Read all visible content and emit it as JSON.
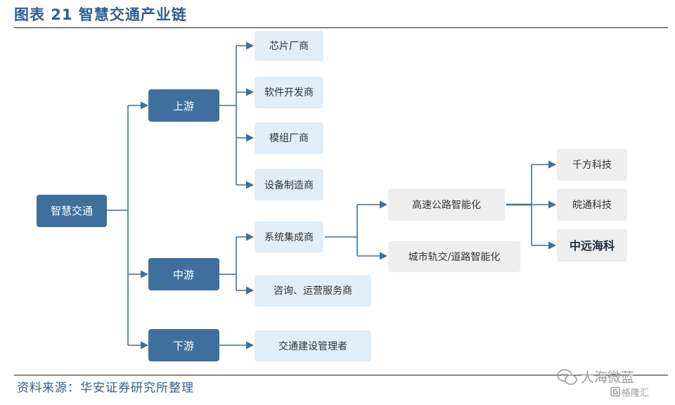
{
  "title": "图表 21 智慧交通产业链",
  "footer": "资料来源：华安证券研究所整理",
  "watermark": {
    "main": "大海微蓝",
    "sub": "格隆汇"
  },
  "nodes": {
    "root": "智慧交通",
    "upstream": "上游",
    "midstream": "中游",
    "downstream": "下游",
    "chip": "芯片厂商",
    "software": "软件开发商",
    "module": "模组厂商",
    "equipment": "设备制造商",
    "integrator": "系统集成商",
    "consulting": "咨询、运营服务商",
    "builder": "交通建设管理者",
    "highway": "高速公路智能化",
    "urban": "城市轨交/道路智能化",
    "qianfang": "千方科技",
    "wantong": "皖通科技",
    "zhongyuan": "中远海科"
  },
  "colors": {
    "dark_node": "#3f6f9d",
    "light_node": "#e1eef8",
    "grey_node": "#eeeeee",
    "title": "#2e5e91"
  }
}
